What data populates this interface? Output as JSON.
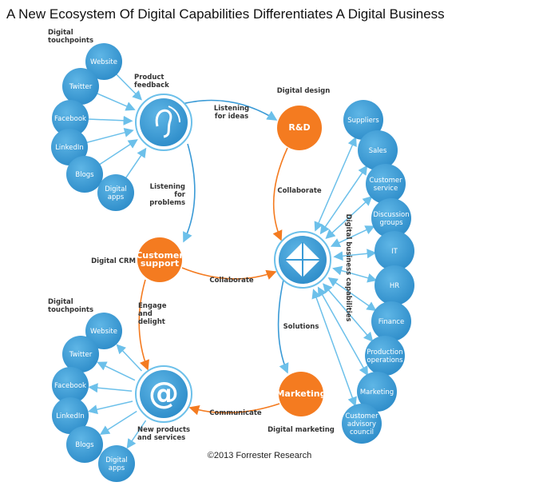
{
  "title": "A New Ecosystem Of Digital Capabilities Differentiates A Digital Business",
  "colors": {
    "blue": "#3a9ad6",
    "light_blue": "#6cc0ea",
    "orange": "#f47b20",
    "arrow_blue": "#6cc0ea",
    "arrow_orange": "#f47b20"
  },
  "touchpoints_top": [
    "Website",
    "Twitter",
    "Facebook",
    "LinkedIn",
    "Blogs",
    "Digital apps"
  ],
  "touchpoints_bottom": [
    "Website",
    "Twitter",
    "Facebook",
    "LinkedIn",
    "Blogs",
    "Digital apps"
  ],
  "capabilities": [
    "Suppliers",
    "Sales",
    "Customer service",
    "Discussion groups",
    "IT",
    "HR",
    "Finance",
    "Production operations",
    "Marketing",
    "Customer advisory council"
  ],
  "orange_nodes": {
    "rd": "R&D",
    "support": "Customer support",
    "marketing": "Marketing"
  },
  "hubs": {
    "listening": "ear-icon",
    "collaboration": "puzzle-icon",
    "communication": "at-icon"
  },
  "labels": {
    "touchpoints_top": "Digital touchpoints",
    "product_feedback": "Product feedback",
    "listening_ideas": "Listening for ideas",
    "digital_design": "Digital design",
    "listening_problems": "Listening for problems",
    "collaborate_1": "Collaborate",
    "digital_crm": "Digital CRM",
    "collaborate_2": "Collaborate",
    "engage": "Engage and delight",
    "solutions": "Solutions",
    "capabilities": "Digital business capabilities",
    "touchpoints_bottom": "Digital touchpoints",
    "communicate": "Communicate",
    "new_products": "New products and services",
    "digital_marketing": "Digital marketing"
  },
  "copyright": "©2013 Forrester Research"
}
